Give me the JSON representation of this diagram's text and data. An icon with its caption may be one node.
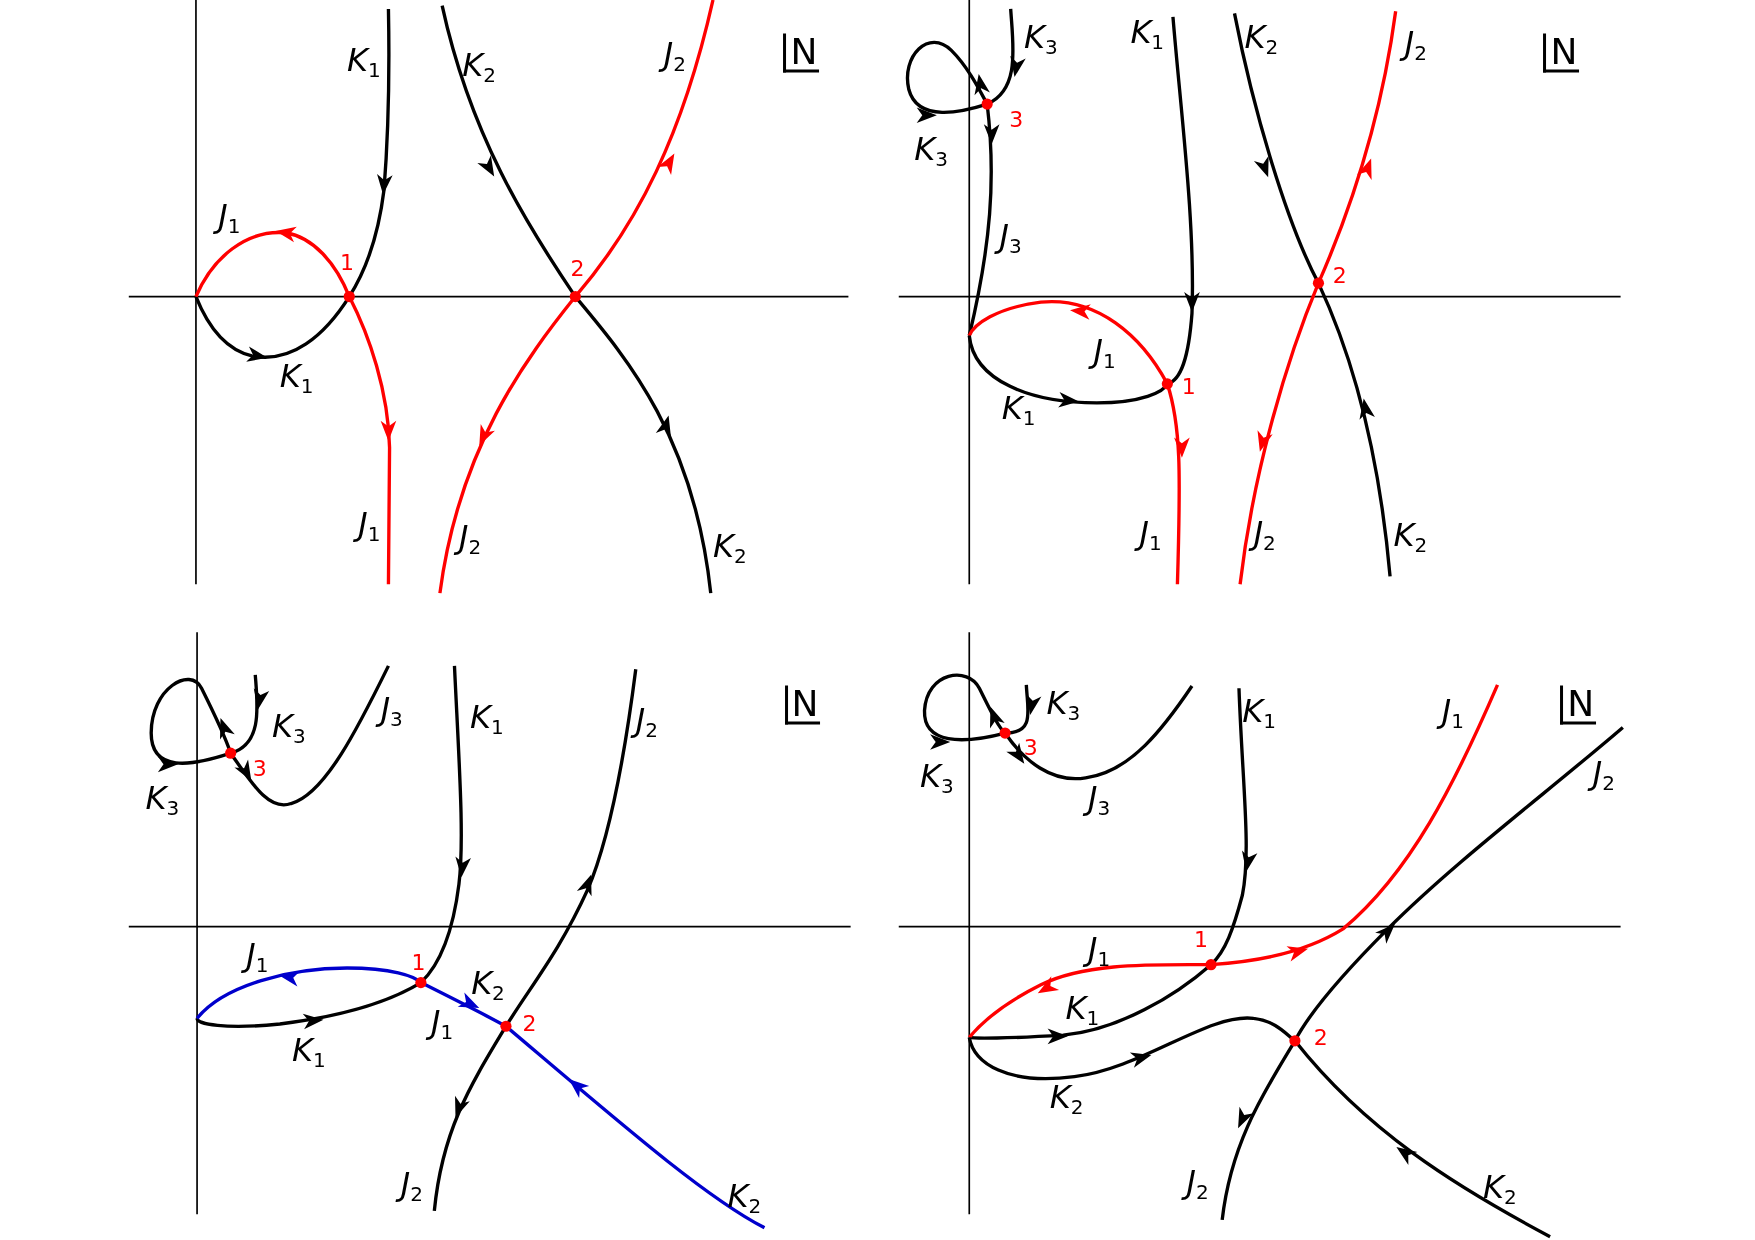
{
  "diagram": {
    "labels": [
      "K$_{1}$",
      "K$_{2}$",
      "J$_{2}$",
      "N",
      "J$_{1}$",
      "1",
      "2",
      "K$_{1}$",
      "J$_{1}$",
      "J$_{2}$",
      "K$_{2}$",
      "K$_{3}$",
      "K$_{1}$",
      "K$_{2}$",
      "J$_{2}$",
      "N",
      "3",
      "K$_{3}$",
      "J$_{3}$",
      "2",
      "J$_{1}$",
      "1",
      "K$_{1}$",
      "J$_{1}$",
      "J$_{2}$",
      "K$_{2}$",
      "K$_{3}$",
      "J$_{3}$",
      "K$_{1}$",
      "J$_{2}$",
      "N",
      "3",
      "K$_{3}$",
      "J$_{1}$",
      "1",
      "K$_{2}$",
      "2",
      "J$_{1}$",
      "K$_{1}$",
      "J$_{2}$",
      "K$_{2}$",
      "K$_{3}$",
      "K$_{1}$",
      "J$_{1}$",
      "N",
      "J$_{2}$",
      "3",
      "K$_{3}$",
      "J$_{3}$",
      "J$_{1}$",
      "1",
      "K$_{1}$",
      "2",
      "K$_{2}$",
      "J$_{2}$",
      "K$_{2}$"
    ]
  }
}
